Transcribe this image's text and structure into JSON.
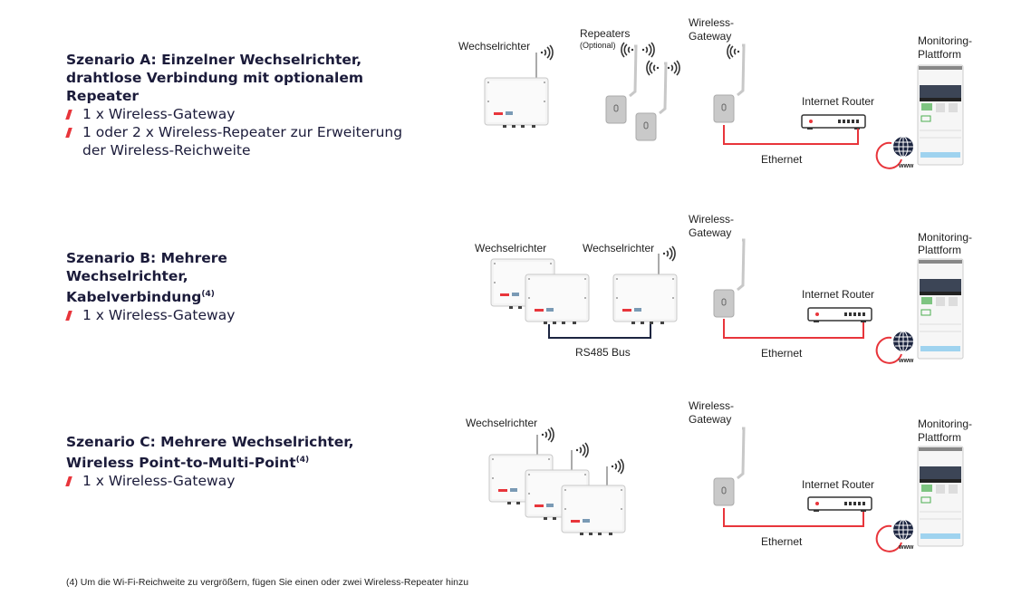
{
  "scenarios": [
    {
      "title": "Szenario A: Einzelner Wechselrichter, drahtlose Verbindung mit optionalem Repeater",
      "bullets": [
        "1 x Wireless-Gateway",
        "1 oder 2 x Wireless-Repeater zur Erweiterung der Wireless-Reichweite"
      ]
    },
    {
      "title": "Szenario B: Mehrere Wechselrichter, Kabelverbindung",
      "footnote_ref": "(4)",
      "bullets": [
        "1 x Wireless-Gateway"
      ]
    },
    {
      "title": "Szenario C: Mehrere Wechselrichter, Wireless Point-to-Multi-Point",
      "footnote_ref": "(4)",
      "bullets": [
        "1 x Wireless-Gateway"
      ]
    }
  ],
  "labels": {
    "inverter": "Wechselrichter",
    "repeaters": "Repeaters",
    "optional": "(Optional)",
    "gateway_1": "Wireless-",
    "gateway_2": "Gateway",
    "router": "Internet Router",
    "ethernet": "Ethernet",
    "monitoring_1": "Monitoring-",
    "monitoring_2": "Plattform",
    "rs485": "RS485 Bus",
    "www": "www"
  },
  "footnote": "(4) Um die Wi-Fi-Reichweite zu vergrößern, fügen Sie einen oder zwei Wireless-Repeater hinzu",
  "colors": {
    "accent": "#e8353b",
    "text": "#1b1b3a"
  }
}
